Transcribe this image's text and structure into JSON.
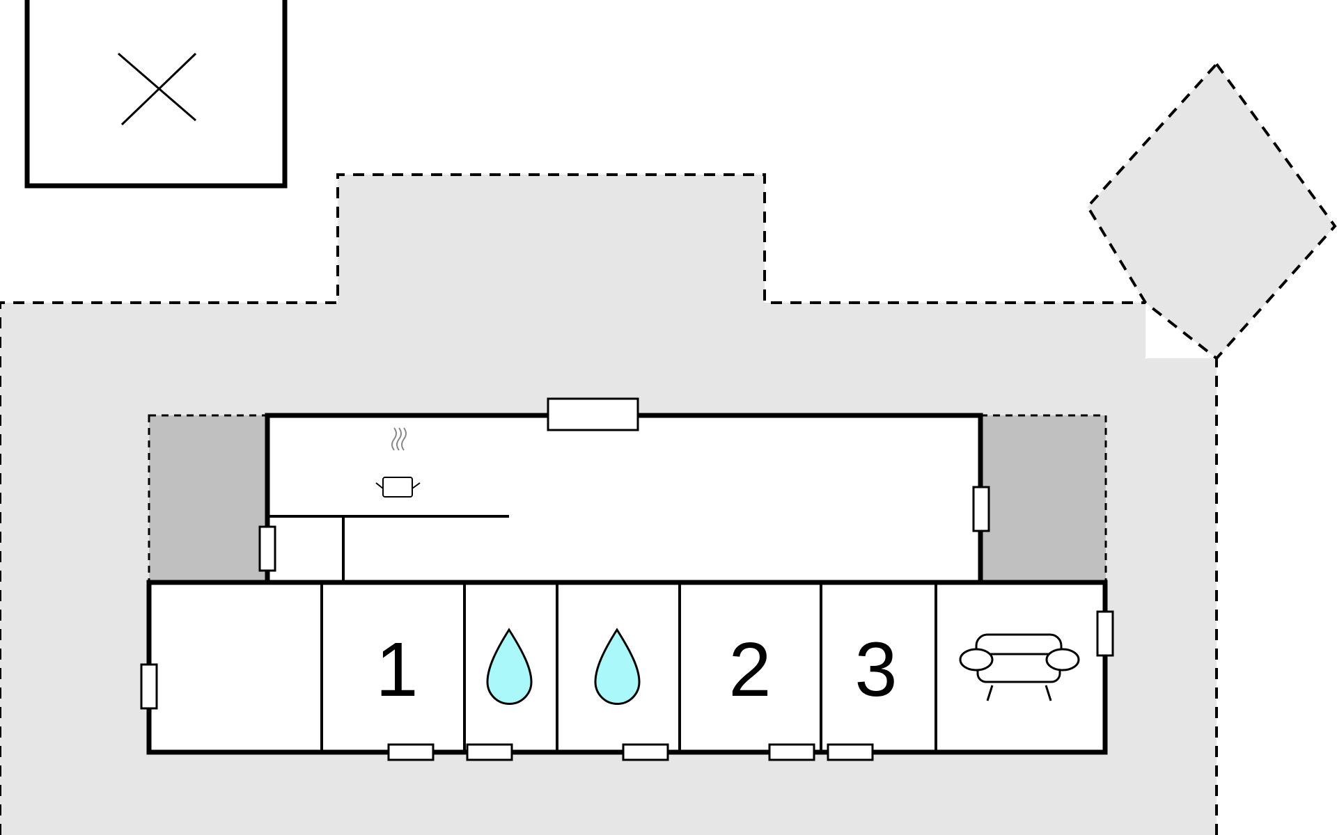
{
  "floorplan": {
    "room_labels": [
      {
        "id": "bedroom-1",
        "text": "1"
      },
      {
        "id": "bedroom-2",
        "text": "2"
      },
      {
        "id": "bedroom-3",
        "text": "3"
      }
    ],
    "icons": [
      {
        "room": "kitchen",
        "icon": "pot-steam-icon"
      },
      {
        "room": "bathroom-1",
        "icon": "water-drop-icon"
      },
      {
        "room": "bathroom-2",
        "icon": "water-drop-icon"
      },
      {
        "room": "living-room",
        "icon": "sofa-icon"
      },
      {
        "room": "outbuilding",
        "icon": "cross-icon"
      }
    ],
    "colors": {
      "terrace_fill": "#e6e6e6",
      "covered_area_fill": "#c0c0c0",
      "wall": "#000000",
      "room_fill": "#ffffff",
      "water_drop": "#aaf8fa"
    }
  }
}
